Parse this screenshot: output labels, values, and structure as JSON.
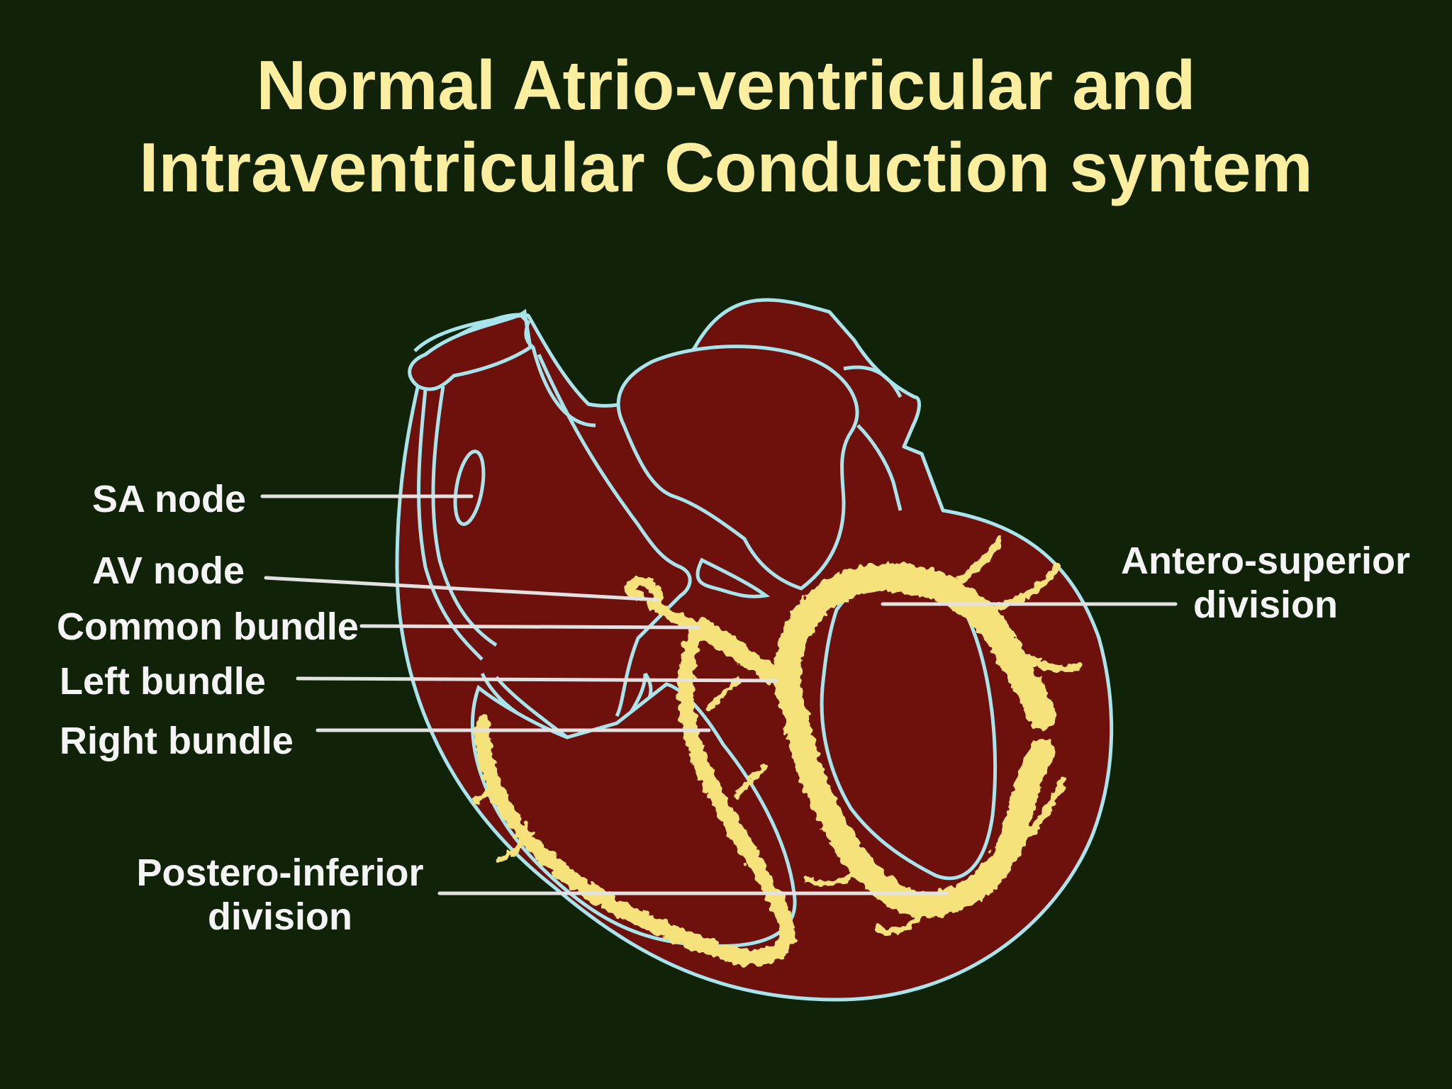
{
  "title": {
    "line1": "Normal Atrio-ventricular and",
    "line2": "Intraventricular Conduction syntem"
  },
  "labels": {
    "sa_node": "SA node",
    "av_node": "AV node",
    "common_bundle": "Common bundle",
    "left_bundle": "Left bundle",
    "right_bundle": "Right bundle",
    "postero_inferior_line1": "Postero-inferior",
    "postero_inferior_line2": "division",
    "antero_superior_line1": "Antero-superior",
    "antero_superior_line2": "division"
  },
  "colors": {
    "background": "#102208",
    "title_text": "#FBEE9E",
    "label_text": "#F4F4F4",
    "heart_tissue": "#6E100C",
    "outline": "#A8E4EC",
    "conduction": "#F6E27A",
    "leader_line": "#E2E2E2"
  }
}
